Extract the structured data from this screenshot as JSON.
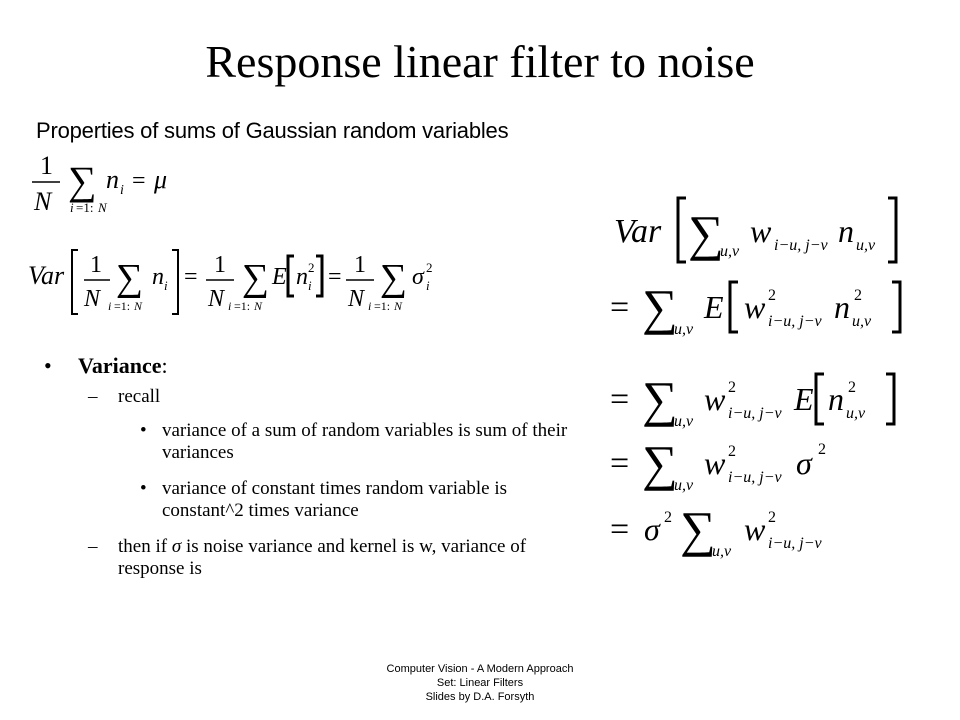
{
  "slide": {
    "title": "Response linear filter to noise",
    "properties_heading": "Properties of sums of Gaussian random variables",
    "bullets": {
      "main_label": "Variance",
      "main_suffix": ":",
      "recall": "recall",
      "item1": "variance of a sum of random variables is sum of their variances",
      "item2": "variance of constant times random variable is constant^2 times variance",
      "then_prefix": "then if",
      "sigma_symbol": "σ",
      "then_suffix": "is noise variance and kernel is w, variance of response is"
    },
    "footer": {
      "line1": "Computer Vision - A Modern Approach",
      "line2": "Set:  Linear Filters",
      "line3": "Slides by D.A.  Forsyth"
    }
  }
}
